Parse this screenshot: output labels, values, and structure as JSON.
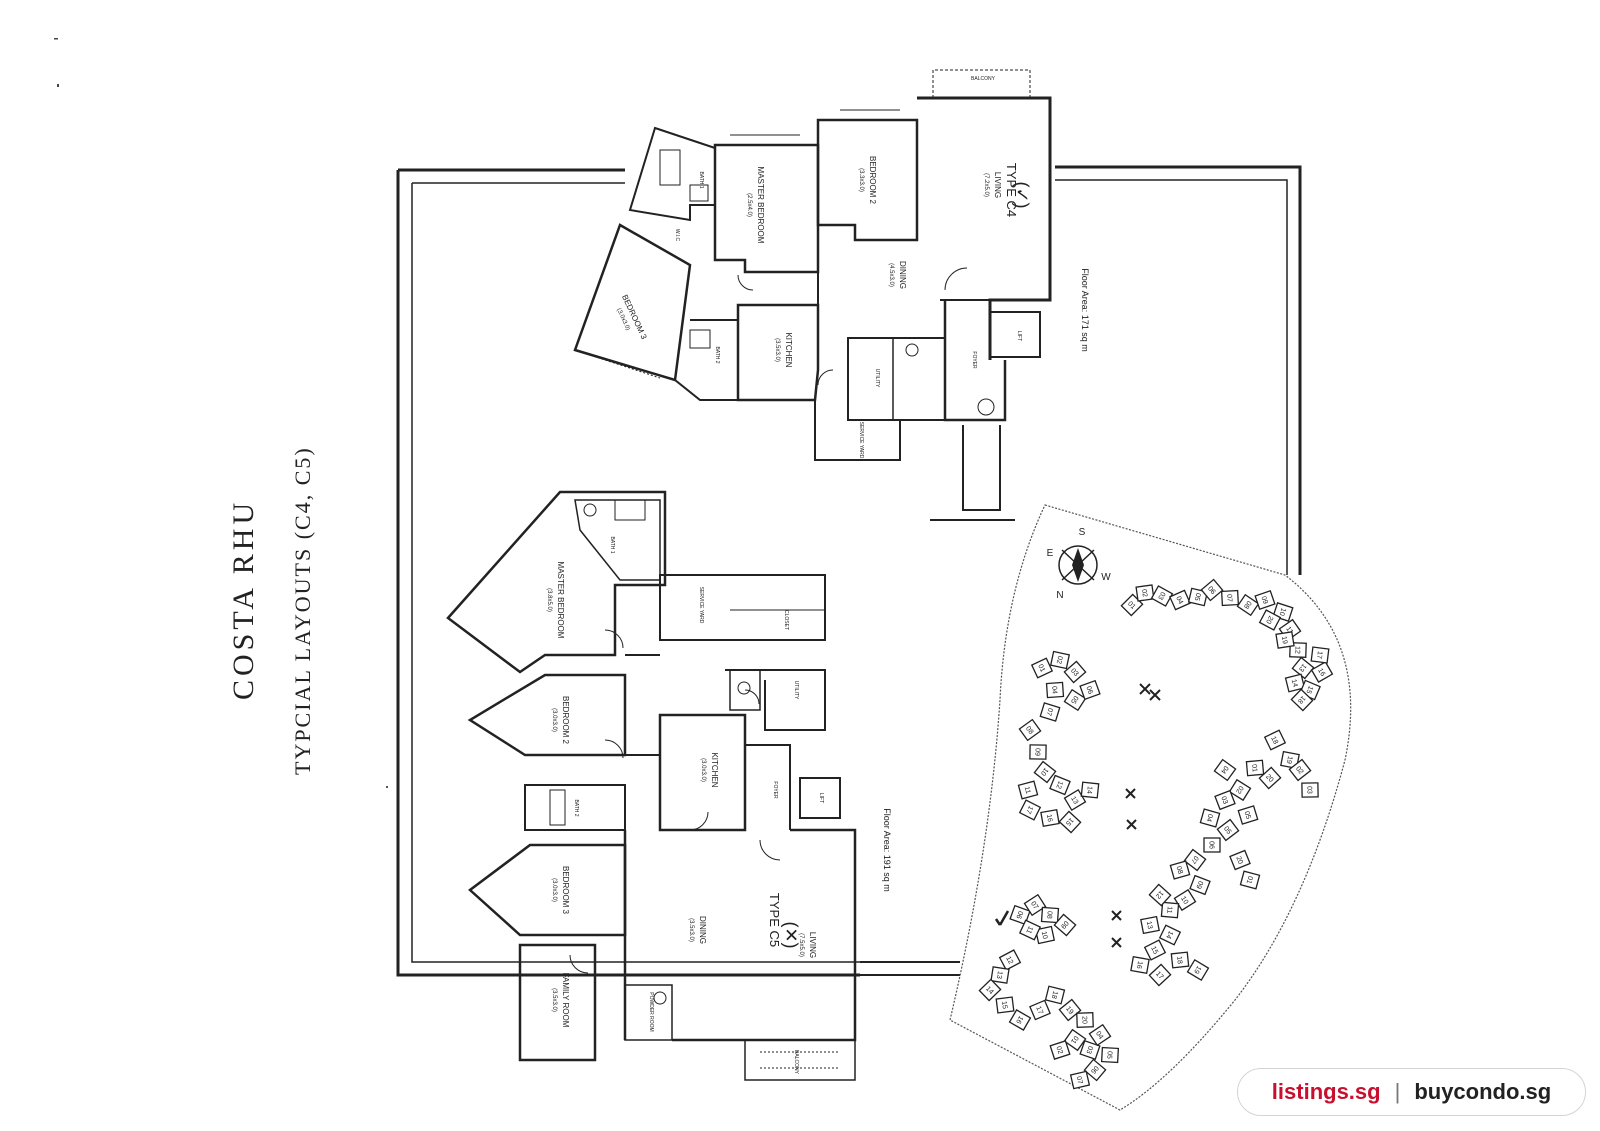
{
  "title": "COSTA RHU",
  "subtitle": "TYPCIAL LAYOUTS  (C4, C5)",
  "plan_c4": {
    "type_label": "TYPE C4",
    "mark": "(✓)",
    "floor_area": "Floor Area: 171 sq m",
    "rooms": {
      "master_bedroom": "MASTER BEDROOM",
      "master_bedroom_size": "(2.5x4.0)",
      "bedroom2": "BEDROOM 2",
      "bedroom2_size": "(3.3x3.0)",
      "bedroom3": "BEDROOM 3",
      "bedroom3_size": "(3.0x3.0)",
      "living": "LIVING",
      "living_size": "(7.2x5.0)",
      "dining": "DINING",
      "dining_size": "(4.5x3.0)",
      "kitchen": "KITCHEN",
      "kitchen_size": "(3.5x3.0)",
      "bath1": "BATH 1",
      "bath2": "BATH 2",
      "utility": "UTILITY",
      "foyer": "FOYER",
      "lift": "LIFT",
      "balcony": "BALCONY",
      "service_yard": "SERVICE YARD",
      "wic": "W.I.C"
    }
  },
  "plan_c5": {
    "type_label": "TYPE C5",
    "mark": "(✕)",
    "floor_area": "Floor Area: 191 sq m",
    "rooms": {
      "master_bedroom": "MASTER BEDROOM",
      "master_bedroom_size": "(3.8x5.0)",
      "bedroom2": "BEDROOM 2",
      "bedroom2_size": "(3.0x3.0)",
      "bedroom3": "BEDROOM 3",
      "bedroom3_size": "(3.0x3.0)",
      "family_room": "FAMILY ROOM",
      "family_room_size": "(3.5x3.0)",
      "kitchen": "KITCHEN",
      "kitchen_size": "(3.0x3.0)",
      "living": "LIVING",
      "living_size": "(7.5x5.0)",
      "dining": "DINING",
      "dining_size": "(3.5x3.0)",
      "bath1": "BATH 1",
      "bath2": "BATH 2",
      "utility": "UTILITY",
      "foyer": "FOYER",
      "lift": "LIFT",
      "balcony": "BALCONY",
      "service_yard": "SERVICE YARD",
      "closet": "CLOSET",
      "powder_room": "POWDER ROOM"
    }
  },
  "site_plan": {
    "compass": [
      "N",
      "E",
      "S",
      "W"
    ],
    "blocks": [
      "01",
      "02",
      "03",
      "04",
      "05",
      "06",
      "07",
      "08",
      "09",
      "10",
      "11",
      "12",
      "13",
      "14",
      "15",
      "16",
      "17",
      "18",
      "19",
      "20"
    ]
  },
  "watermark": {
    "left": "listings.sg",
    "separator": "|",
    "right": "buycondo.sg"
  },
  "colors": {
    "ink": "#222222",
    "brand_red": "#c8102e"
  }
}
